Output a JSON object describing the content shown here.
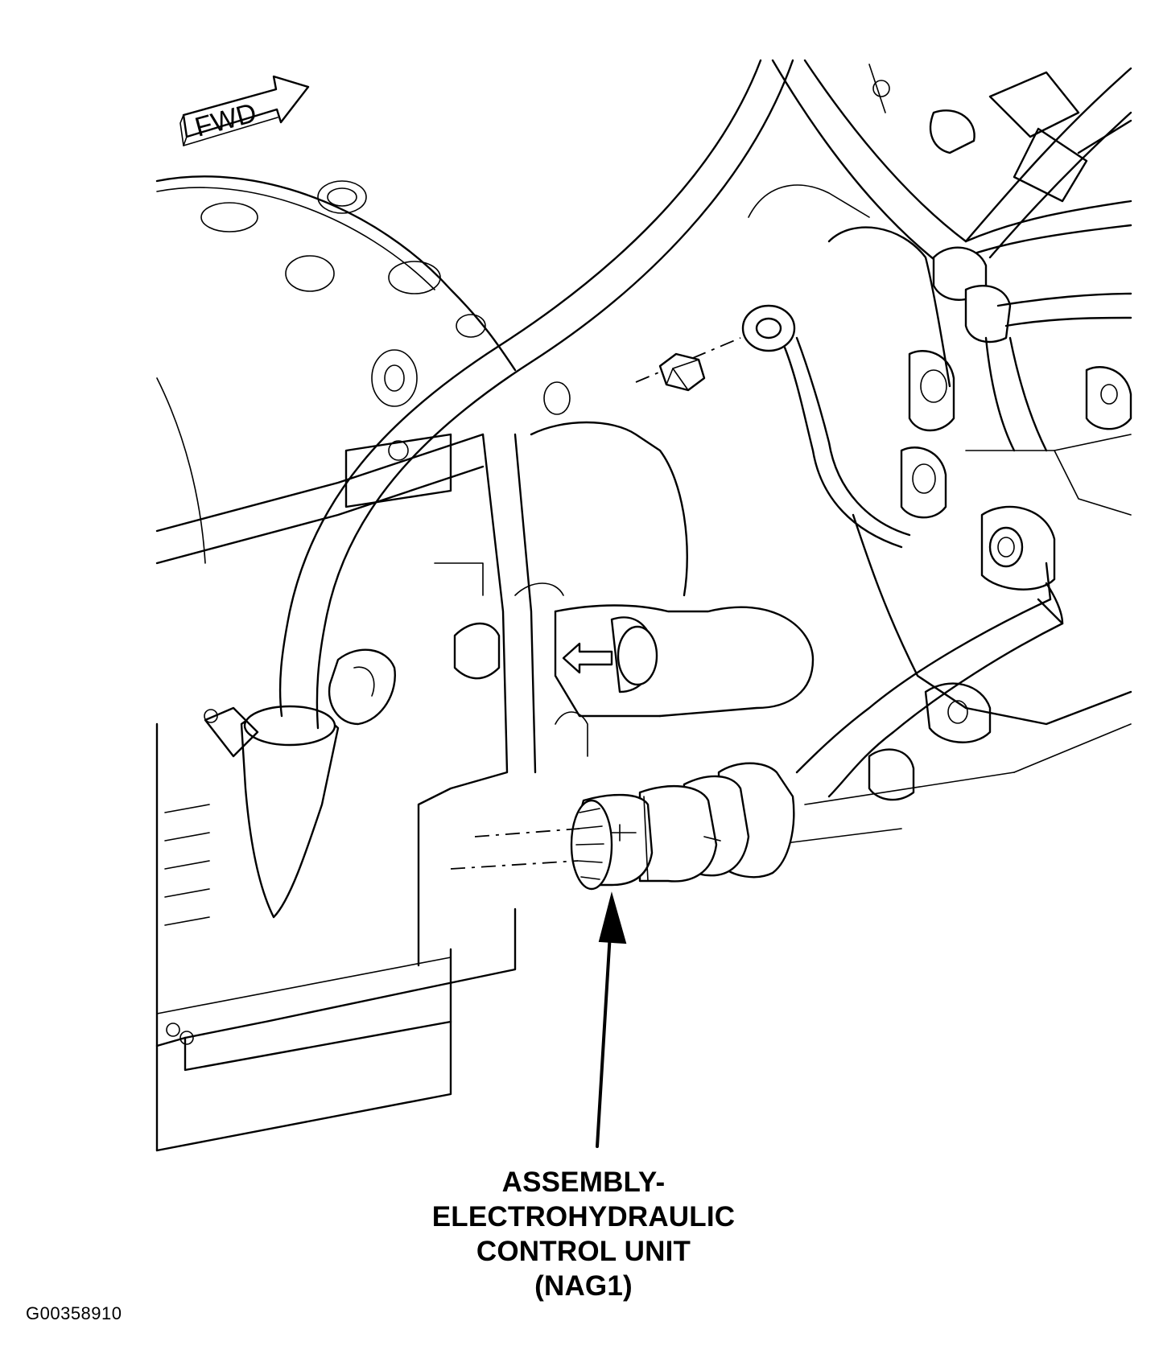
{
  "diagram": {
    "direction_arrow": {
      "label": "FWD",
      "icon": "forward-direction-arrow-icon"
    },
    "callout": {
      "lines": [
        "ASSEMBLY-",
        "ELECTROHYDRAULIC",
        "CONTROL UNIT",
        "(NAG1)"
      ]
    },
    "figure_id": "G00358910",
    "colors": {
      "line": "#000000",
      "background": "#ffffff"
    }
  }
}
